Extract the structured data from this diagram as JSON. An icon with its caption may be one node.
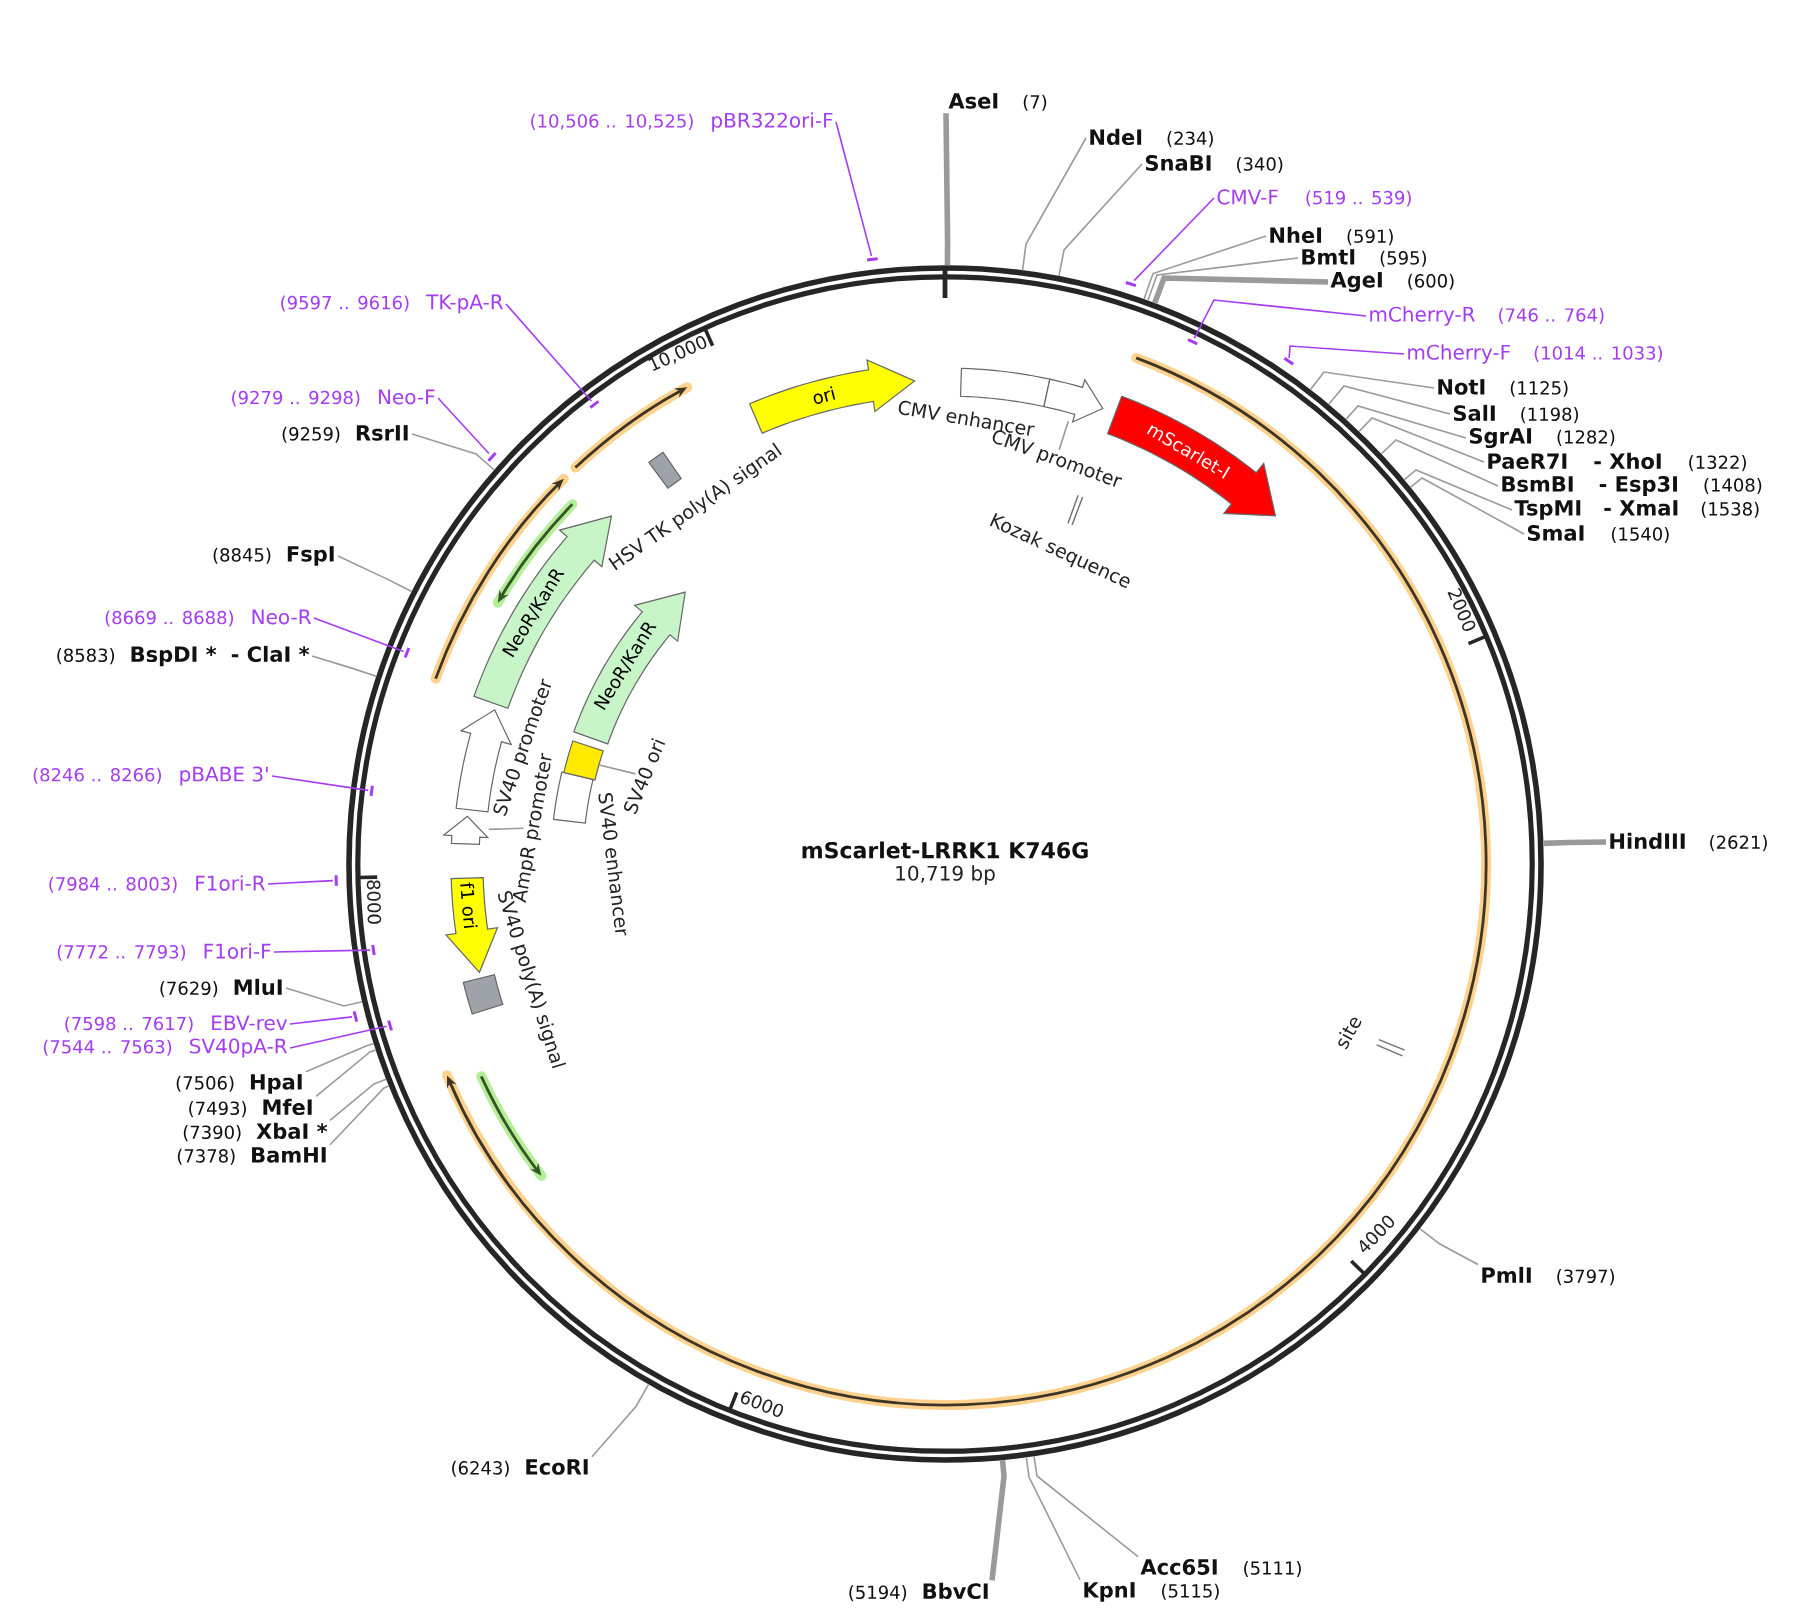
{
  "diagram": {
    "title": "mScarlet-LRRK1 K746G",
    "nodes": [
      {
        "text": [
          "AseI",
          "(7)"
        ]
      },
      {
        "text": [
          "(10,506 .. 10,525)",
          "pBR322ori-F"
        ]
      },
      {
        "text": [
          "NdeI",
          "(234)"
        ]
      },
      {
        "text": [
          "SnaBI",
          "(340)"
        ]
      },
      {
        "text": [
          "CMV-F",
          "(519 .. 539)"
        ]
      },
      {
        "text": [
          "NheI",
          "(591)"
        ]
      },
      {
        "text": [
          "BmtI",
          "(595)"
        ]
      },
      {
        "text": [
          "AgeI",
          "(600)"
        ]
      },
      {
        "text": [
          "(9597 .. 9616)",
          "TK-pA-R"
        ]
      },
      {
        "text": [
          "mCherry-R",
          "(746 .. 764)"
        ]
      },
      {
        "text": [
          "mCherry-F",
          "(1014 .. 1033)"
        ]
      },
      {
        "text": [
          "NotI",
          "(1125)"
        ]
      },
      {
        "text": [
          "(9279 .. 9298)",
          "Neo-F"
        ]
      },
      {
        "text": [
          "SalI",
          "(1198)"
        ]
      },
      {
        "text": [
          "(9259)",
          "RsrII"
        ]
      },
      {
        "text": [
          "SgrAI",
          "(1282)"
        ]
      },
      {
        "text": [
          "PaeR7I",
          "- XhoI",
          "(1322)"
        ]
      },
      {
        "text": [
          "BsmBI",
          "- Esp3I",
          "(1408)"
        ]
      },
      {
        "text": [
          "TspMI",
          "- XmaI",
          "(1538)"
        ]
      },
      {
        "text": [
          "SmaI",
          "(1540)"
        ]
      },
      {
        "text": [
          "(8845)",
          "FspI"
        ]
      },
      {
        "text": [
          "(8669 .. 8688)",
          "Neo-R"
        ]
      },
      {
        "text": [
          "(8583)",
          "BspDI *",
          "- ClaI *"
        ]
      },
      {
        "text": [
          "(8246 .. 8266)",
          "pBABE 3'"
        ]
      },
      {
        "text": [
          "HindIII",
          "(2621)"
        ]
      },
      {
        "text": [
          "(7984 .. 8003)",
          "F1ori-R"
        ]
      },
      {
        "text": [
          "(7772 .. 7793)",
          "F1ori-F"
        ]
      },
      {
        "text": [
          "(7629)",
          "MluI"
        ]
      },
      {
        "text": [
          "(7598 .. 7617)",
          "EBV-rev"
        ]
      },
      {
        "text": [
          "(7544 .. 7563)",
          "SV40pA-R"
        ]
      },
      {
        "text": [
          "(7506)",
          "HpaI"
        ]
      },
      {
        "text": [
          "(7493)",
          "MfeI"
        ]
      },
      {
        "text": [
          "(7390)",
          "XbaI *"
        ]
      },
      {
        "text": [
          "(7378)",
          "BamHI"
        ]
      },
      {
        "text": [
          "PmlI",
          "(3797)"
        ]
      },
      {
        "text": [
          "(6243)",
          "EcoRI"
        ]
      },
      {
        "text": [
          "Acc65I",
          "(5111)"
        ]
      },
      {
        "text": [
          "(5194)",
          "BbvCI"
        ]
      },
      {
        "text": [
          "KpnI",
          "(5115)"
        ]
      },
      {
        "text": [],
        "shape": "circle"
      },
      {
        "text": [
          "ori"
        ],
        "in": 39
      },
      {
        "text": [
          "CMV enhancer"
        ],
        "in": 39
      },
      {
        "text": [
          "mScarlet-I"
        ],
        "in": 39
      },
      {
        "text": [
          "CMV promoter"
        ],
        "in": 39
      },
      {
        "text": [
          "HSV TK poly(A) signal"
        ],
        "in": 39
      },
      {
        "text": [
          "Kozak sequence"
        ],
        "in": 39
      },
      {
        "text": [
          "NeoR/KanR"
        ],
        "in": 39
      },
      {
        "text": [
          "NeoR/KanR"
        ],
        "in": 39
      },
      {
        "text": [
          "SV40 promoter"
        ],
        "in": 39
      },
      {
        "text": [
          "SV40 ori"
        ],
        "in": 39
      },
      {
        "text": [
          "AmpR promoter"
        ],
        "in": 39
      },
      {
        "text": [
          "SV40 enhancer"
        ],
        "in": 39
      },
      {
        "text": [
          "f1 ori"
        ],
        "in": 39
      },
      {
        "text": [
          "SV40 poly(A) signal"
        ],
        "in": 39
      },
      {
        "text": [
          "site"
        ],
        "in": 39
      },
      {
        "text": [],
        "shape": "arrow",
        "in": 39
      },
      {
        "text": [],
        "shape": "box",
        "in": 39
      },
      {
        "text": [],
        "shape": "arrow",
        "in": 39
      },
      {
        "text": [],
        "shape": "bar"
      },
      {
        "text": [],
        "shape": "bar"
      },
      {
        "text": [],
        "shape": "bar",
        "in": 39
      },
      {
        "text": [],
        "shape": "bar"
      },
      {
        "text": [],
        "shape": "bar",
        "in": 39
      },
      {
        "text": [],
        "shape": "bar"
      },
      {
        "text": [],
        "shape": "bar",
        "in": 39
      },
      {
        "text": [],
        "shape": "bar",
        "in": 39
      },
      {
        "text": [],
        "shape": "bar"
      },
      {
        "text": [],
        "shape": "bar",
        "in": 39
      },
      {
        "text": [],
        "shape": "bar"
      },
      {
        "text": [],
        "shape": "bar",
        "in": 39
      }
    ],
    "edges": [
      {
        "from": 0,
        "to": 39,
        "arrow": "none",
        "style": "thick"
      },
      {
        "from": 1,
        "to": 58,
        "arrow": "none",
        "color": "#a43cf0"
      },
      {
        "from": 2,
        "to": 39,
        "arrow": "none"
      },
      {
        "from": 3,
        "to": 39,
        "arrow": "none"
      },
      {
        "from": 4,
        "to": 59,
        "arrow": "none",
        "color": "#a43cf0"
      },
      {
        "from": 5,
        "to": 39,
        "arrow": "none"
      },
      {
        "from": 6,
        "to": 39,
        "arrow": "none"
      },
      {
        "from": 7,
        "to": 39,
        "arrow": "none",
        "style": "thick"
      },
      {
        "from": 8,
        "to": 62,
        "arrow": "none",
        "color": "#a43cf0"
      },
      {
        "from": 9,
        "to": 60,
        "arrow": "none",
        "color": "#a43cf0"
      },
      {
        "from": 10,
        "to": 61,
        "arrow": "none",
        "color": "#a43cf0"
      },
      {
        "from": 11,
        "to": 39,
        "arrow": "none"
      },
      {
        "from": 12,
        "to": 63,
        "arrow": "none",
        "color": "#a43cf0"
      },
      {
        "from": 13,
        "to": 39,
        "arrow": "none"
      },
      {
        "from": 14,
        "to": 39,
        "arrow": "none"
      },
      {
        "from": 15,
        "to": 39,
        "arrow": "none"
      },
      {
        "from": 16,
        "to": 39,
        "arrow": "none"
      },
      {
        "from": 17,
        "to": 39,
        "arrow": "none"
      },
      {
        "from": 18,
        "to": 39,
        "arrow": "none"
      },
      {
        "from": 19,
        "to": 39,
        "arrow": "none"
      },
      {
        "from": 20,
        "to": 39,
        "arrow": "none"
      },
      {
        "from": 21,
        "to": 64,
        "arrow": "none",
        "color": "#a43cf0"
      },
      {
        "from": 22,
        "to": 39,
        "arrow": "none"
      },
      {
        "from": 23,
        "to": 65,
        "arrow": "none",
        "color": "#a43cf0"
      },
      {
        "from": 24,
        "to": 39,
        "arrow": "none",
        "style": "thick"
      },
      {
        "from": 25,
        "to": 66,
        "arrow": "none",
        "color": "#a43cf0"
      },
      {
        "from": 26,
        "to": 67,
        "arrow": "none",
        "color": "#a43cf0"
      },
      {
        "from": 27,
        "to": 39,
        "arrow": "none"
      },
      {
        "from": 28,
        "to": 68,
        "arrow": "none",
        "color": "#a43cf0"
      },
      {
        "from": 29,
        "to": 69,
        "arrow": "none",
        "color": "#a43cf0"
      },
      {
        "from": 30,
        "to": 39,
        "arrow": "none"
      },
      {
        "from": 31,
        "to": 39,
        "arrow": "none"
      },
      {
        "from": 32,
        "to": 39,
        "arrow": "none"
      },
      {
        "from": 33,
        "to": 39,
        "arrow": "none"
      },
      {
        "from": 34,
        "to": 39,
        "arrow": "none"
      },
      {
        "from": 35,
        "to": 39,
        "arrow": "none"
      },
      {
        "from": 36,
        "to": 39,
        "arrow": "none"
      },
      {
        "from": 37,
        "to": 39,
        "arrow": "none",
        "style": "thick"
      },
      {
        "from": 38,
        "to": 39,
        "arrow": "none"
      },
      {
        "from": 43,
        "to": 55,
        "arrow": "none"
      },
      {
        "from": 49,
        "to": 56,
        "arrow": "none"
      },
      {
        "from": 50,
        "to": 57,
        "arrow": "none"
      }
    ],
    "labels": [
      "10,000",
      "2000",
      "10,719 bp",
      "8000",
      "4000",
      "6000"
    ]
  }
}
